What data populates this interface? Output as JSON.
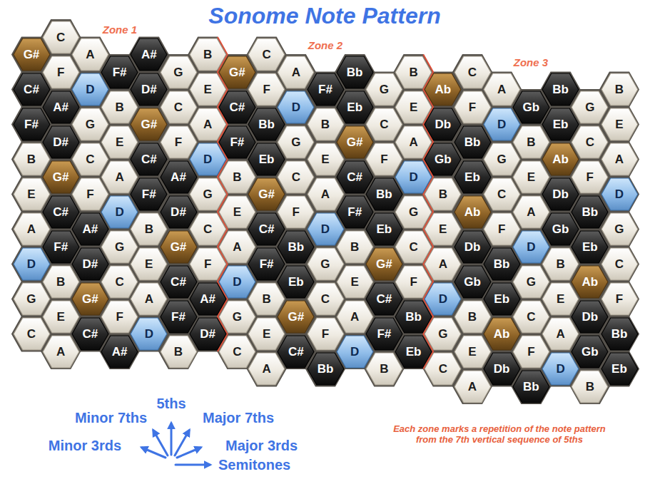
{
  "diagram": {
    "title": "Sonome Note Pattern",
    "nodes": [
      {
        "text": [
          "C"
        ]
      },
      {
        "text": [
          "G#"
        ]
      },
      {
        "text": [
          "A"
        ]
      },
      {
        "text": [
          "A#"
        ]
      },
      {
        "text": [
          "B"
        ]
      },
      {
        "text": [
          "C"
        ]
      },
      {
        "text": [
          "F"
        ]
      },
      {
        "text": [
          "F#"
        ]
      },
      {
        "text": [
          "G"
        ]
      },
      {
        "text": [
          "G#"
        ]
      },
      {
        "text": [
          "A"
        ]
      },
      {
        "text": [
          "Bb"
        ]
      },
      {
        "text": [
          "B"
        ]
      },
      {
        "text": [
          "C"
        ]
      },
      {
        "text": [
          "C#"
        ]
      },
      {
        "text": [
          "D"
        ]
      },
      {
        "text": [
          "D#"
        ]
      },
      {
        "text": [
          "E"
        ]
      },
      {
        "text": [
          "F"
        ]
      },
      {
        "text": [
          "F#"
        ]
      },
      {
        "text": [
          "G"
        ]
      },
      {
        "text": [
          "Ab"
        ]
      },
      {
        "text": [
          "A"
        ]
      },
      {
        "text": [
          "Bb"
        ]
      },
      {
        "text": [
          "B"
        ]
      },
      {
        "text": [
          "A#"
        ]
      },
      {
        "text": [
          "B"
        ]
      },
      {
        "text": [
          "C"
        ]
      },
      {
        "text": [
          "C#"
        ]
      },
      {
        "text": [
          "D"
        ]
      },
      {
        "text": [
          "Eb"
        ]
      },
      {
        "text": [
          "E"
        ]
      },
      {
        "text": [
          "F"
        ]
      },
      {
        "text": [
          "Gb"
        ]
      },
      {
        "text": [
          "G"
        ]
      },
      {
        "text": [
          "F#"
        ]
      },
      {
        "text": [
          "G"
        ]
      },
      {
        "text": [
          "G#"
        ]
      },
      {
        "text": [
          "A"
        ]
      },
      {
        "text": [
          "Bb"
        ]
      },
      {
        "text": [
          "B"
        ]
      },
      {
        "text": [
          "C"
        ]
      },
      {
        "text": [
          "Db"
        ]
      },
      {
        "text": [
          "D"
        ]
      },
      {
        "text": [
          "Eb"
        ]
      },
      {
        "text": [
          "E"
        ]
      },
      {
        "text": [
          "D#"
        ]
      },
      {
        "text": [
          "E"
        ]
      },
      {
        "text": [
          "F"
        ]
      },
      {
        "text": [
          "F#"
        ]
      },
      {
        "text": [
          "G"
        ]
      },
      {
        "text": [
          "G#"
        ]
      },
      {
        "text": [
          "A"
        ]
      },
      {
        "text": [
          "Bb"
        ]
      },
      {
        "text": [
          "B"
        ]
      },
      {
        "text": [
          "C"
        ]
      },
      {
        "text": [
          "B"
        ]
      },
      {
        "text": [
          "C"
        ]
      },
      {
        "text": [
          "C#"
        ]
      },
      {
        "text": [
          "D"
        ]
      },
      {
        "text": [
          "Eb"
        ]
      },
      {
        "text": [
          "E"
        ]
      },
      {
        "text": [
          "F"
        ]
      },
      {
        "text": [
          "Gb"
        ]
      },
      {
        "text": [
          "G"
        ]
      },
      {
        "text": [
          "Ab"
        ]
      },
      {
        "text": [
          "A"
        ]
      },
      {
        "text": [
          "G#"
        ]
      },
      {
        "text": [
          "A"
        ]
      },
      {
        "text": [
          "A#"
        ]
      },
      {
        "text": [
          "B"
        ]
      },
      {
        "text": [
          "C"
        ]
      },
      {
        "text": [
          "C#"
        ]
      },
      {
        "text": [
          "D"
        ]
      },
      {
        "text": [
          "Eb"
        ]
      },
      {
        "text": [
          "E"
        ]
      },
      {
        "text": [
          "F"
        ]
      },
      {
        "text": [
          "E"
        ]
      },
      {
        "text": [
          "F"
        ]
      },
      {
        "text": [
          "F#"
        ]
      },
      {
        "text": [
          "G"
        ]
      },
      {
        "text": [
          "G#"
        ]
      },
      {
        "text": [
          "A"
        ]
      },
      {
        "text": [
          "Bb"
        ]
      },
      {
        "text": [
          "B"
        ]
      },
      {
        "text": [
          "C"
        ]
      },
      {
        "text": [
          "Db"
        ]
      },
      {
        "text": [
          "D"
        ]
      },
      {
        "text": [
          "C#"
        ]
      },
      {
        "text": [
          "D"
        ]
      },
      {
        "text": [
          "D#"
        ]
      },
      {
        "text": [
          "E"
        ]
      },
      {
        "text": [
          "F"
        ]
      },
      {
        "text": [
          "F#"
        ]
      },
      {
        "text": [
          "G"
        ]
      },
      {
        "text": [
          "Ab"
        ]
      },
      {
        "text": [
          "A"
        ]
      },
      {
        "text": [
          "Bb"
        ]
      },
      {
        "text": [
          "A"
        ]
      },
      {
        "text": [
          "A#"
        ]
      },
      {
        "text": [
          "B"
        ]
      },
      {
        "text": [
          "C"
        ]
      },
      {
        "text": [
          "C#"
        ]
      },
      {
        "text": [
          "D"
        ]
      },
      {
        "text": [
          "Eb"
        ]
      },
      {
        "text": [
          "E"
        ]
      },
      {
        "text": [
          "F"
        ]
      },
      {
        "text": [
          "Gb"
        ]
      },
      {
        "text": [
          "G"
        ]
      },
      {
        "text": [
          "F#"
        ]
      },
      {
        "text": [
          "G"
        ]
      },
      {
        "text": [
          "G#"
        ]
      },
      {
        "text": [
          "A"
        ]
      },
      {
        "text": [
          "Bb"
        ]
      },
      {
        "text": [
          "B"
        ]
      },
      {
        "text": [
          "C"
        ]
      },
      {
        "text": [
          "Db"
        ]
      },
      {
        "text": [
          "D"
        ]
      },
      {
        "text": [
          "Eb"
        ]
      },
      {
        "text": [
          "D"
        ]
      },
      {
        "text": [
          "D#"
        ]
      },
      {
        "text": [
          "E"
        ]
      },
      {
        "text": [
          "F"
        ]
      },
      {
        "text": [
          "F#"
        ]
      },
      {
        "text": [
          "G"
        ]
      },
      {
        "text": [
          "G#"
        ]
      },
      {
        "text": [
          "A"
        ]
      },
      {
        "text": [
          "Bb"
        ]
      },
      {
        "text": [
          "B"
        ]
      },
      {
        "text": [
          "C"
        ]
      },
      {
        "text": [
          "B"
        ]
      },
      {
        "text": [
          "C"
        ]
      },
      {
        "text": [
          "C#"
        ]
      },
      {
        "text": [
          "D"
        ]
      },
      {
        "text": [
          "Eb"
        ]
      },
      {
        "text": [
          "E"
        ]
      },
      {
        "text": [
          "F"
        ]
      },
      {
        "text": [
          "Gb"
        ]
      },
      {
        "text": [
          "G"
        ]
      },
      {
        "text": [
          "Ab"
        ]
      },
      {
        "text": [
          "G"
        ]
      },
      {
        "text": [
          "G#"
        ]
      },
      {
        "text": [
          "A"
        ]
      },
      {
        "text": [
          "A#"
        ]
      },
      {
        "text": [
          "B"
        ]
      },
      {
        "text": [
          "C"
        ]
      },
      {
        "text": [
          "C#"
        ]
      },
      {
        "text": [
          "D"
        ]
      },
      {
        "text": [
          "Eb"
        ]
      },
      {
        "text": [
          "E"
        ]
      },
      {
        "text": [
          "F"
        ]
      },
      {
        "text": [
          "E"
        ]
      },
      {
        "text": [
          "F"
        ]
      },
      {
        "text": [
          "F#"
        ]
      },
      {
        "text": [
          "G"
        ]
      },
      {
        "text": [
          "G#"
        ]
      },
      {
        "text": [
          "A"
        ]
      },
      {
        "text": [
          "Bb"
        ]
      },
      {
        "text": [
          "B"
        ]
      },
      {
        "text": [
          "C"
        ]
      },
      {
        "text": [
          "Db"
        ]
      },
      {
        "text": [
          "C"
        ]
      },
      {
        "text": [
          "C#"
        ]
      },
      {
        "text": [
          "D"
        ]
      },
      {
        "text": [
          "D#"
        ]
      },
      {
        "text": [
          "E"
        ]
      },
      {
        "text": [
          "F"
        ]
      },
      {
        "text": [
          "F#"
        ]
      },
      {
        "text": [
          "G"
        ]
      },
      {
        "text": [
          "Ab"
        ]
      },
      {
        "text": [
          "A"
        ]
      },
      {
        "text": [
          "Bb"
        ]
      },
      {
        "text": [
          "A"
        ]
      },
      {
        "text": [
          "A#"
        ]
      },
      {
        "text": [
          "B"
        ]
      },
      {
        "text": [
          "C"
        ]
      },
      {
        "text": [
          "C#"
        ]
      },
      {
        "text": [
          "D"
        ]
      },
      {
        "text": [
          "Eb"
        ]
      },
      {
        "text": [
          "E"
        ]
      },
      {
        "text": [
          "F"
        ]
      },
      {
        "text": [
          "Gb"
        ]
      },
      {
        "text": [
          "A"
        ]
      },
      {
        "text": [
          "Bb"
        ]
      },
      {
        "text": [
          "B"
        ]
      },
      {
        "text": [
          "C"
        ]
      },
      {
        "text": [
          "Db"
        ]
      },
      {
        "text": [
          "D"
        ]
      },
      {
        "text": [
          "Eb"
        ]
      },
      {
        "text": [
          "A"
        ]
      },
      {
        "text": [
          "Bb"
        ]
      },
      {
        "text": [
          "B"
        ]
      }
    ],
    "labels": [
      "Zone 1",
      "Zone 2",
      "Zone 3",
      "Minor 7ths",
      "5ths",
      "Major 7ths",
      "Minor 3rds",
      "Major 3rds",
      "Semitones",
      "Each zone marks a repetition of the note pattern from the 7th vertical sequence of 5ths"
    ]
  }
}
